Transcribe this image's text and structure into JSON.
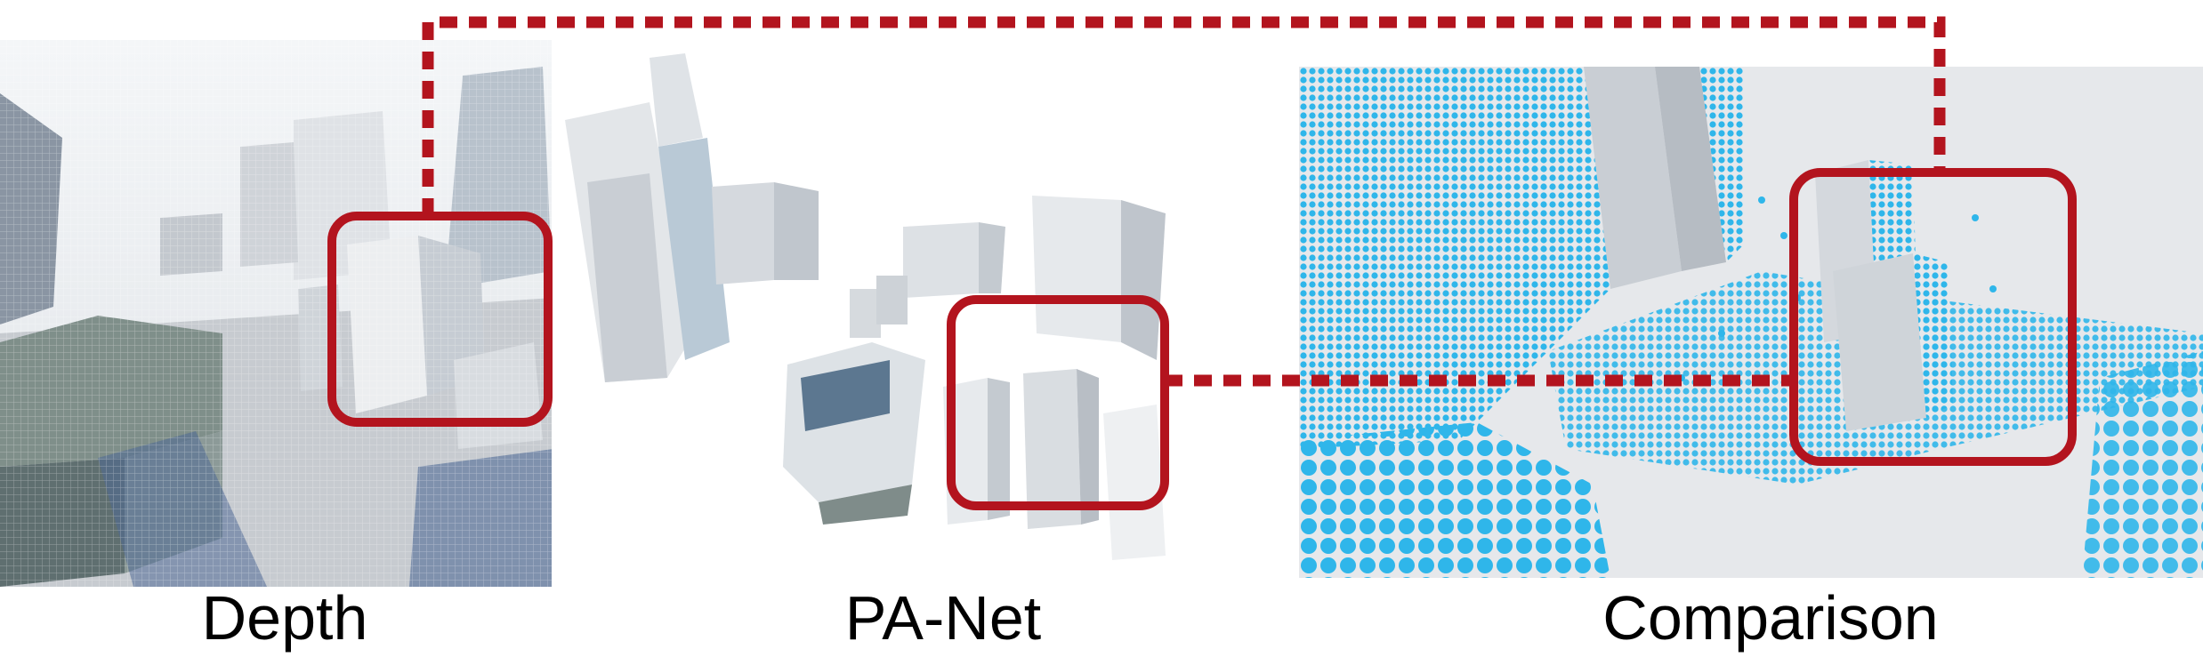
{
  "captions": {
    "depth": "Depth",
    "pa_net": "PA-Net",
    "comparison": "Comparison"
  },
  "colors": {
    "highlight": "#b3141e",
    "point_cloud": "#2fb6ea",
    "building": "#dcdfe3",
    "ground": "#c9ccd0"
  }
}
